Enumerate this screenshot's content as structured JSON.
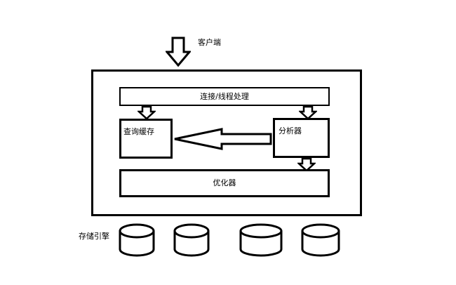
{
  "diagram": {
    "client_label": "客户端",
    "connection_label": "连接/线程处理",
    "query_cache_label": "查询缓存",
    "analyzer_label": "分析器",
    "optimizer_label": "优化器",
    "storage_engine_label": "存储引擎",
    "storage_engine_count": 4
  }
}
